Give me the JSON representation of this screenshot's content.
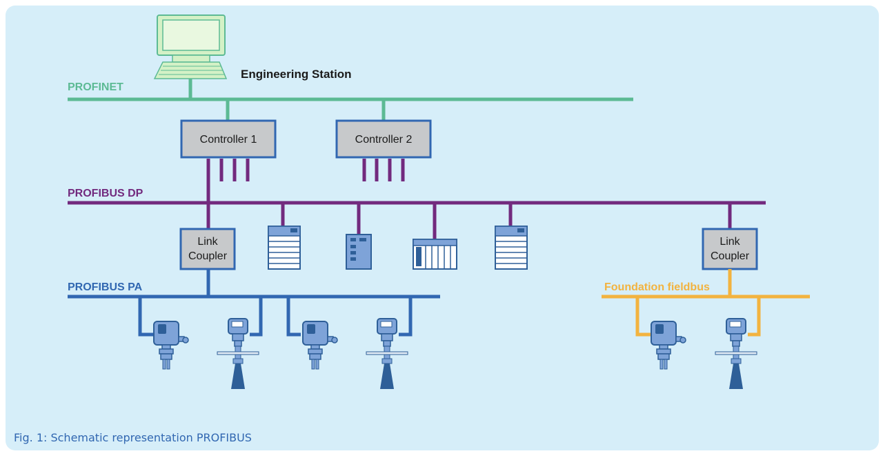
{
  "colors": {
    "panel": "#d6eef9",
    "profinet": "#5cba94",
    "profibus_dp": "#722a7e",
    "profibus_pa": "#3167b1",
    "foundation": "#f2b340",
    "box_fill": "#c7c9cb",
    "box_border": "#3167b1",
    "device_fill": "#7ea3d8",
    "device_dark": "#2e5f98"
  },
  "labels": {
    "engineering_station": "Engineering Station",
    "profinet": "PROFINET",
    "profibus_dp": "PROFIBUS DP",
    "profibus_pa": "PROFIBUS PA",
    "foundation": "Foundation fieldbus",
    "controller_1": "Controller 1",
    "controller_2": "Controller 2",
    "link_coupler_1_line1": "Link",
    "link_coupler_1_line2": "Coupler",
    "link_coupler_2_line1": "Link",
    "link_coupler_2_line2": "Coupler"
  },
  "caption": "Fig. 1: Schematic representation PROFIBUS",
  "icons": {
    "computer": "computer-icon",
    "io_module": "io-module-icon",
    "remote_io": "remote-io-icon",
    "rack_module": "rack-module-icon",
    "pressure_transmitter": "pressure-transmitter-icon",
    "radar_level_sensor": "radar-level-sensor-icon"
  }
}
